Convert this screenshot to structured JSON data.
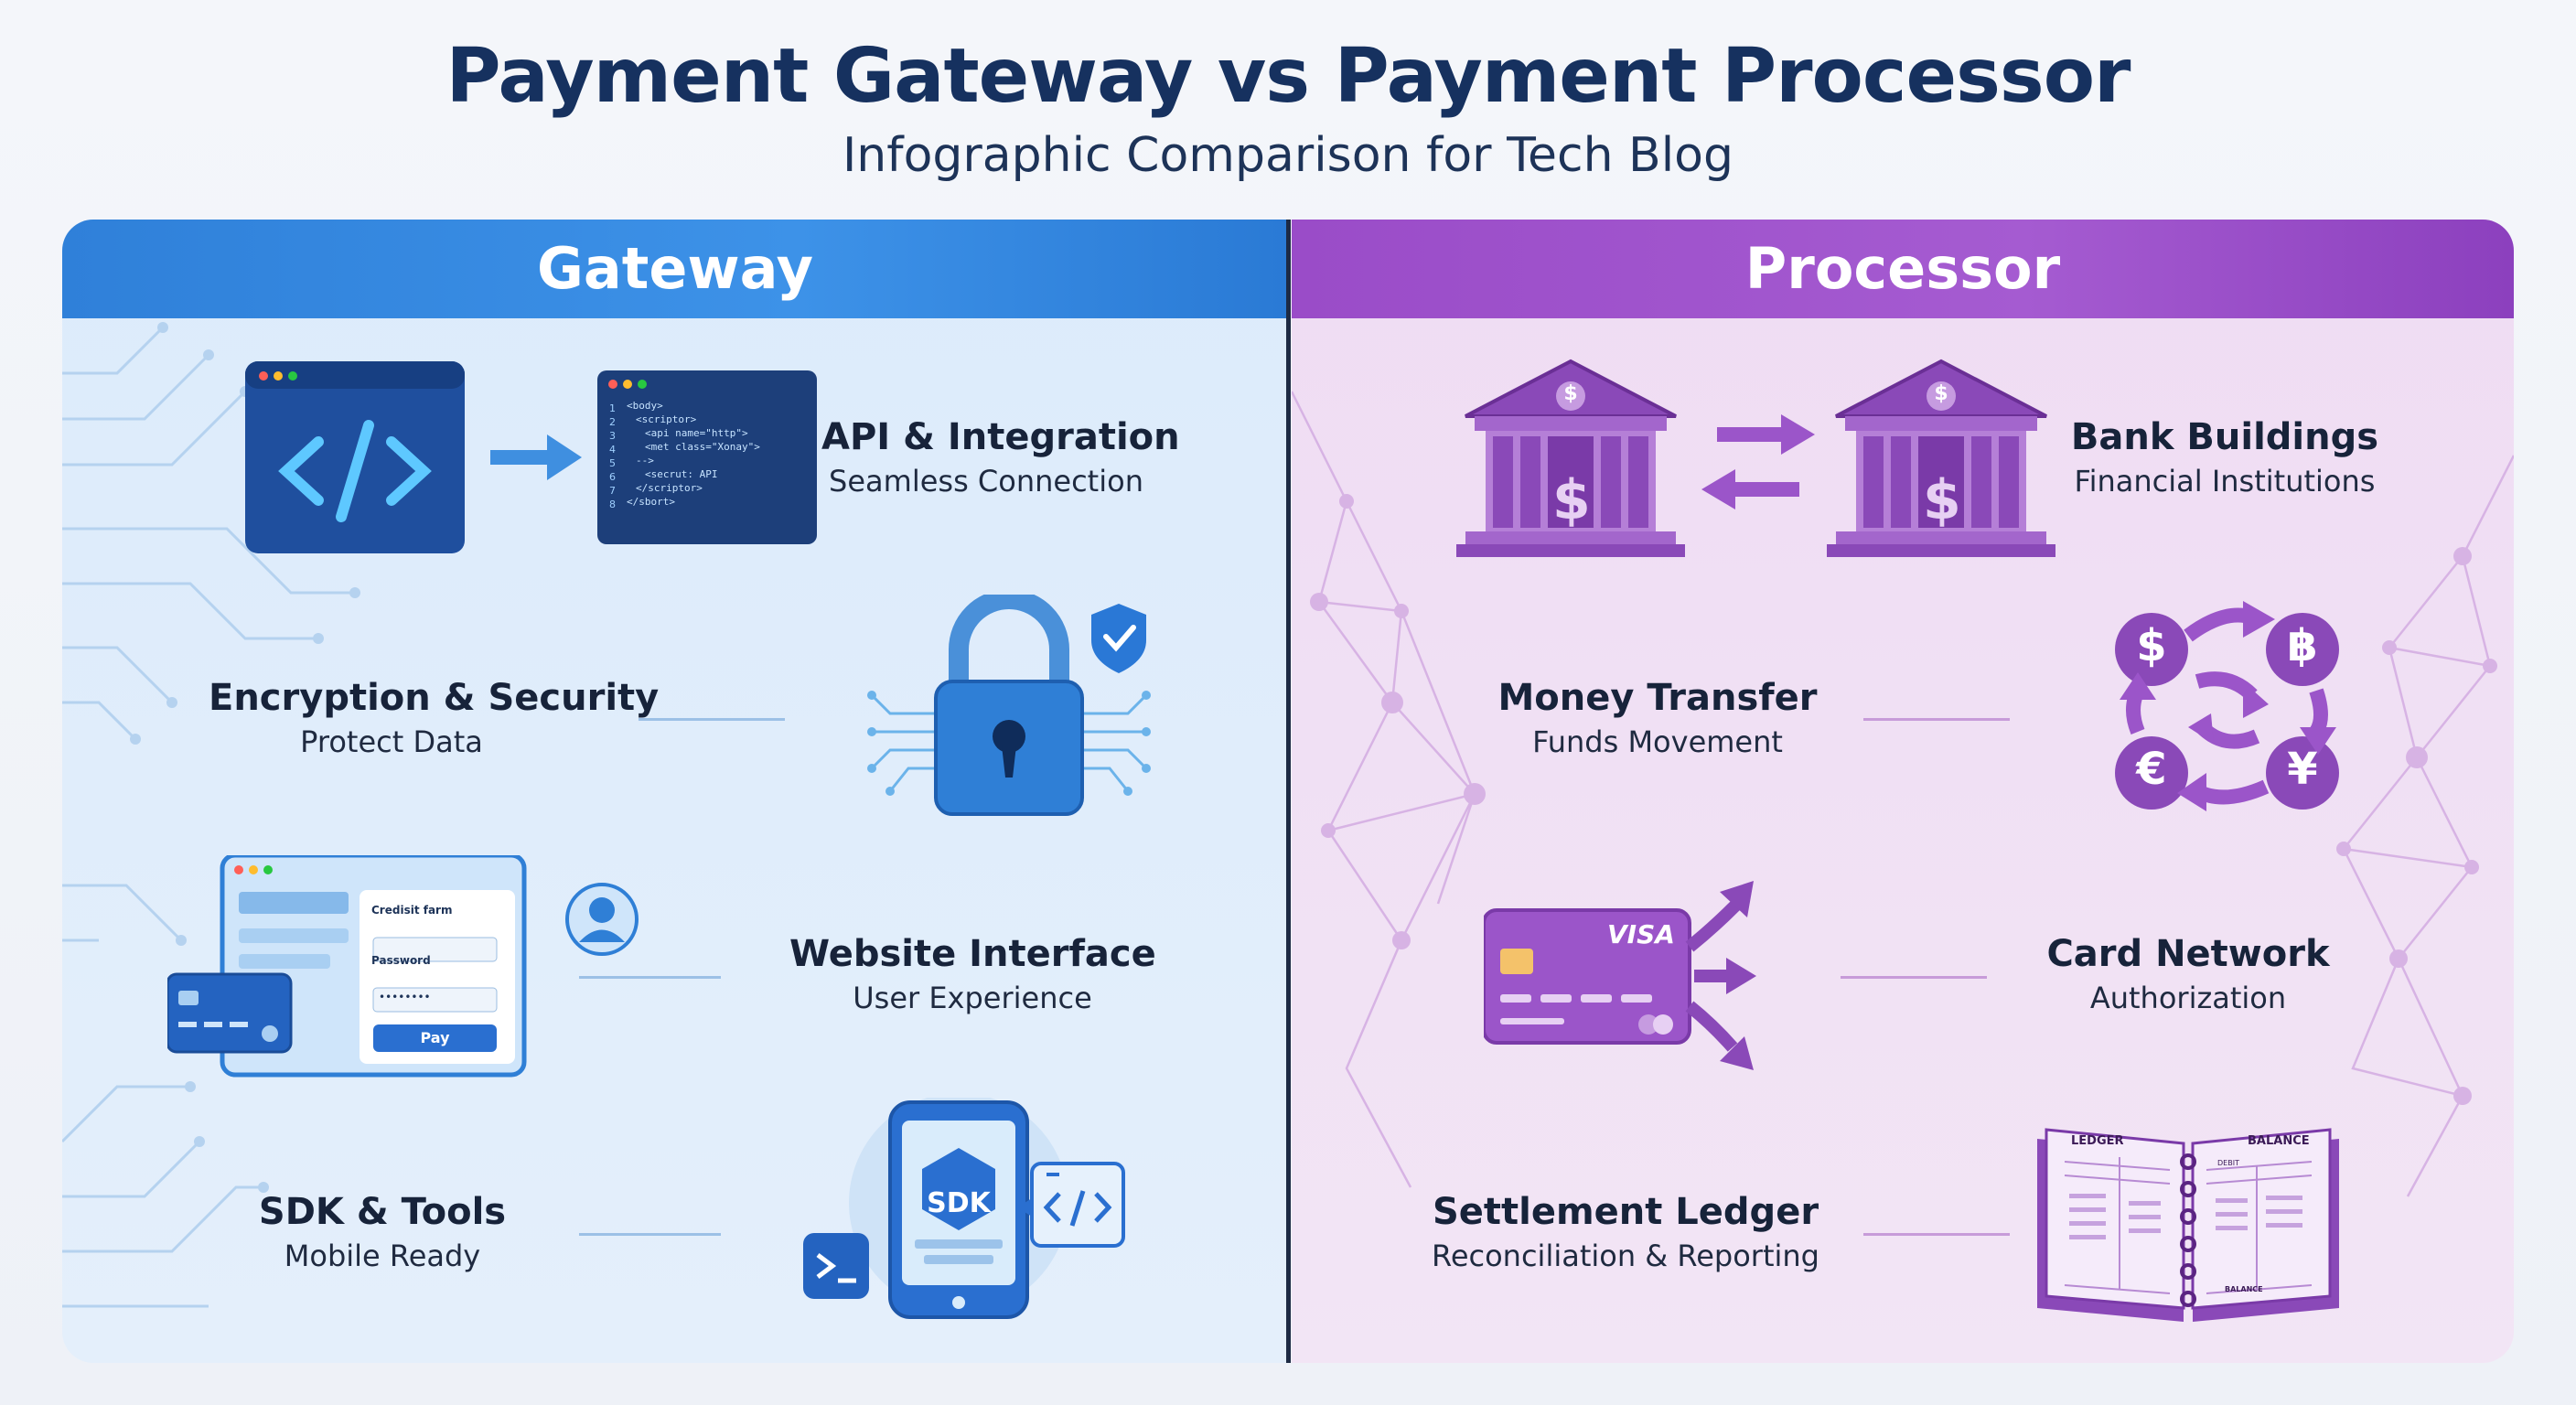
{
  "header": {
    "title": "Payment Gateway vs Payment Processor",
    "subtitle": "Infographic Comparison for Tech Blog"
  },
  "gateway": {
    "heading": "Gateway",
    "accent": "#2f80d9",
    "items": [
      {
        "title": "API & Integration",
        "subtitle": "Seamless Connection",
        "icon": "code-window-icon"
      },
      {
        "title": "Encryption & Security",
        "subtitle": "Protect Data",
        "icon": "padlock-icon"
      },
      {
        "title": "Website Interface",
        "subtitle": "User Experience",
        "icon": "checkout-form-icon"
      },
      {
        "title": "SDK & Tools",
        "subtitle": "Mobile Ready",
        "icon": "sdk-phone-icon"
      }
    ],
    "code_snippet": [
      "<body>",
      "<scriptor>",
      "<api name=\"http\">",
      "<met class=\"Xonay\">",
      "-->",
      "<secrut: API",
      "</scriptor>",
      "</sbort>"
    ],
    "form": {
      "field1": "Credisit farm",
      "field2": "Password",
      "password_mask": "••••••••",
      "button": "Pay"
    },
    "sdk_label": "SDK"
  },
  "processor": {
    "heading": "Processor",
    "accent": "#9a4cc8",
    "items": [
      {
        "title": "Bank Buildings",
        "subtitle": "Financial Institutions",
        "icon": "bank-building-icon"
      },
      {
        "title": "Money Transfer",
        "subtitle": "Funds Movement",
        "icon": "currency-exchange-icon"
      },
      {
        "title": "Card Network",
        "subtitle": "Authorization",
        "icon": "credit-card-icon"
      },
      {
        "title": "Settlement Ledger",
        "subtitle": "Reconciliation & Reporting",
        "icon": "ledger-book-icon"
      }
    ],
    "card_brand": "VISA",
    "currency_symbols": [
      "$",
      "฿",
      "€",
      "¥"
    ],
    "ledger": {
      "left_title": "LEDGER",
      "right_title": "BALANCE",
      "debit": "DEBIT",
      "balance_footer": "BALANCE"
    }
  }
}
